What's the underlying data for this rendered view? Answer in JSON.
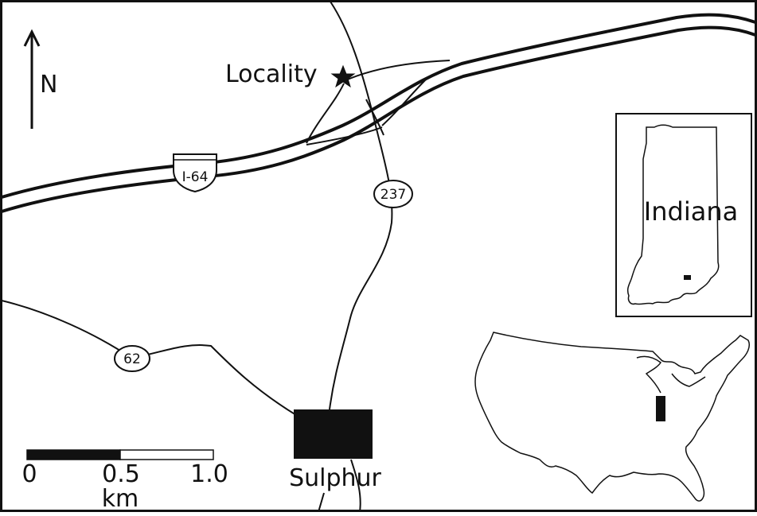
{
  "map": {
    "north_label": "N",
    "locality_label": "Locality",
    "town_label": "Sulphur",
    "interstate_label": "I-64",
    "route_237_label": "237",
    "route_62_label": "62",
    "inset_state_label": "Indiana",
    "scale": {
      "tick_0": "0",
      "tick_mid": "0.5",
      "tick_end": "1.0",
      "unit": "km"
    },
    "colors": {
      "ink": "#111111",
      "paper": "#ffffff"
    }
  }
}
